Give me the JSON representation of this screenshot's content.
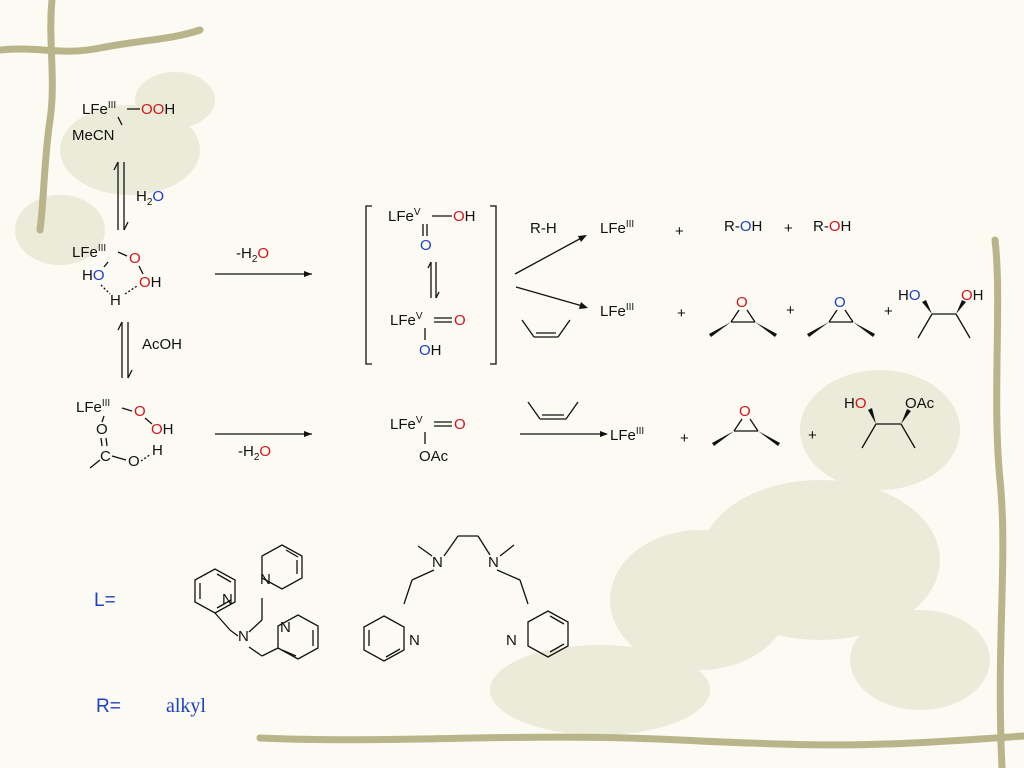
{
  "colors": {
    "background": "#fbfaf3",
    "vine": "#b9b48a",
    "oxygen_red": "#d4141b",
    "blue": "#1d3fc4"
  },
  "left_column": {
    "species1": {
      "lfe": "LFe",
      "ox": "III",
      "dash": "—",
      "ooh_o": "OO",
      "ooh_h": "H",
      "mecn": "MeCN"
    },
    "water_label": {
      "h": "H",
      "two": "2",
      "o": "O"
    },
    "species2": {
      "lfe": "LFe",
      "ox": "III",
      "o_top": "O",
      "h_a": "H",
      "o_a": "O",
      "o_b": "O",
      "h_b": "H",
      "h_bottom": "H"
    },
    "acoh_label": "AcOH",
    "species3": {
      "lfe": "LFe",
      "ox": "III",
      "o1": "O",
      "o2": "O",
      "h1": "H",
      "o3": "O",
      "c": "C",
      "o4": "O",
      "h2": "H"
    }
  },
  "arrows": {
    "minus_water_1": {
      "pre": "-H",
      "two": "2",
      "o": "O"
    },
    "minus_water_2": {
      "pre": "-H",
      "two": "2",
      "o": "O"
    }
  },
  "bracket_species": {
    "top": {
      "lfe": "LFe",
      "ox": "V",
      "dash": "—",
      "o": "O",
      "h": "H",
      "o_oxo": "O"
    },
    "bottom": {
      "lfe": "LFe",
      "ox": "V",
      "o_oxo": "O",
      "o": "O",
      "h": "H"
    }
  },
  "acetate_species": {
    "lfe": "LFe",
    "ox": "V",
    "o_oxo": "O",
    "oac": "OAc"
  },
  "products": {
    "rh_label": "R-H",
    "row1": {
      "lfe": "LFe",
      "ox": "III",
      "plus1": "+",
      "r1": "R-",
      "o1": "O",
      "h1": "H",
      "plus2": "+",
      "r2": "R-",
      "o2": "O",
      "h2": "H"
    },
    "row2": {
      "lfe": "LFe",
      "ox": "III",
      "plus1": "+",
      "epox1_o": "O",
      "plus2": "+",
      "epox2_o": "O",
      "plus3": "+",
      "diol_h1": "H",
      "diol_o1": "O",
      "diol_o2": "O",
      "diol_h2": "H"
    },
    "row3": {
      "lfe": "LFe",
      "ox": "III",
      "plus1": "+",
      "epox_o": "O",
      "plus2": "+",
      "ho_h": "H",
      "ho_o": "O",
      "oac": "OAc"
    }
  },
  "ligand": {
    "label": "L=",
    "n": "N"
  },
  "r_def": {
    "label": "R=",
    "value": "alkyl"
  }
}
